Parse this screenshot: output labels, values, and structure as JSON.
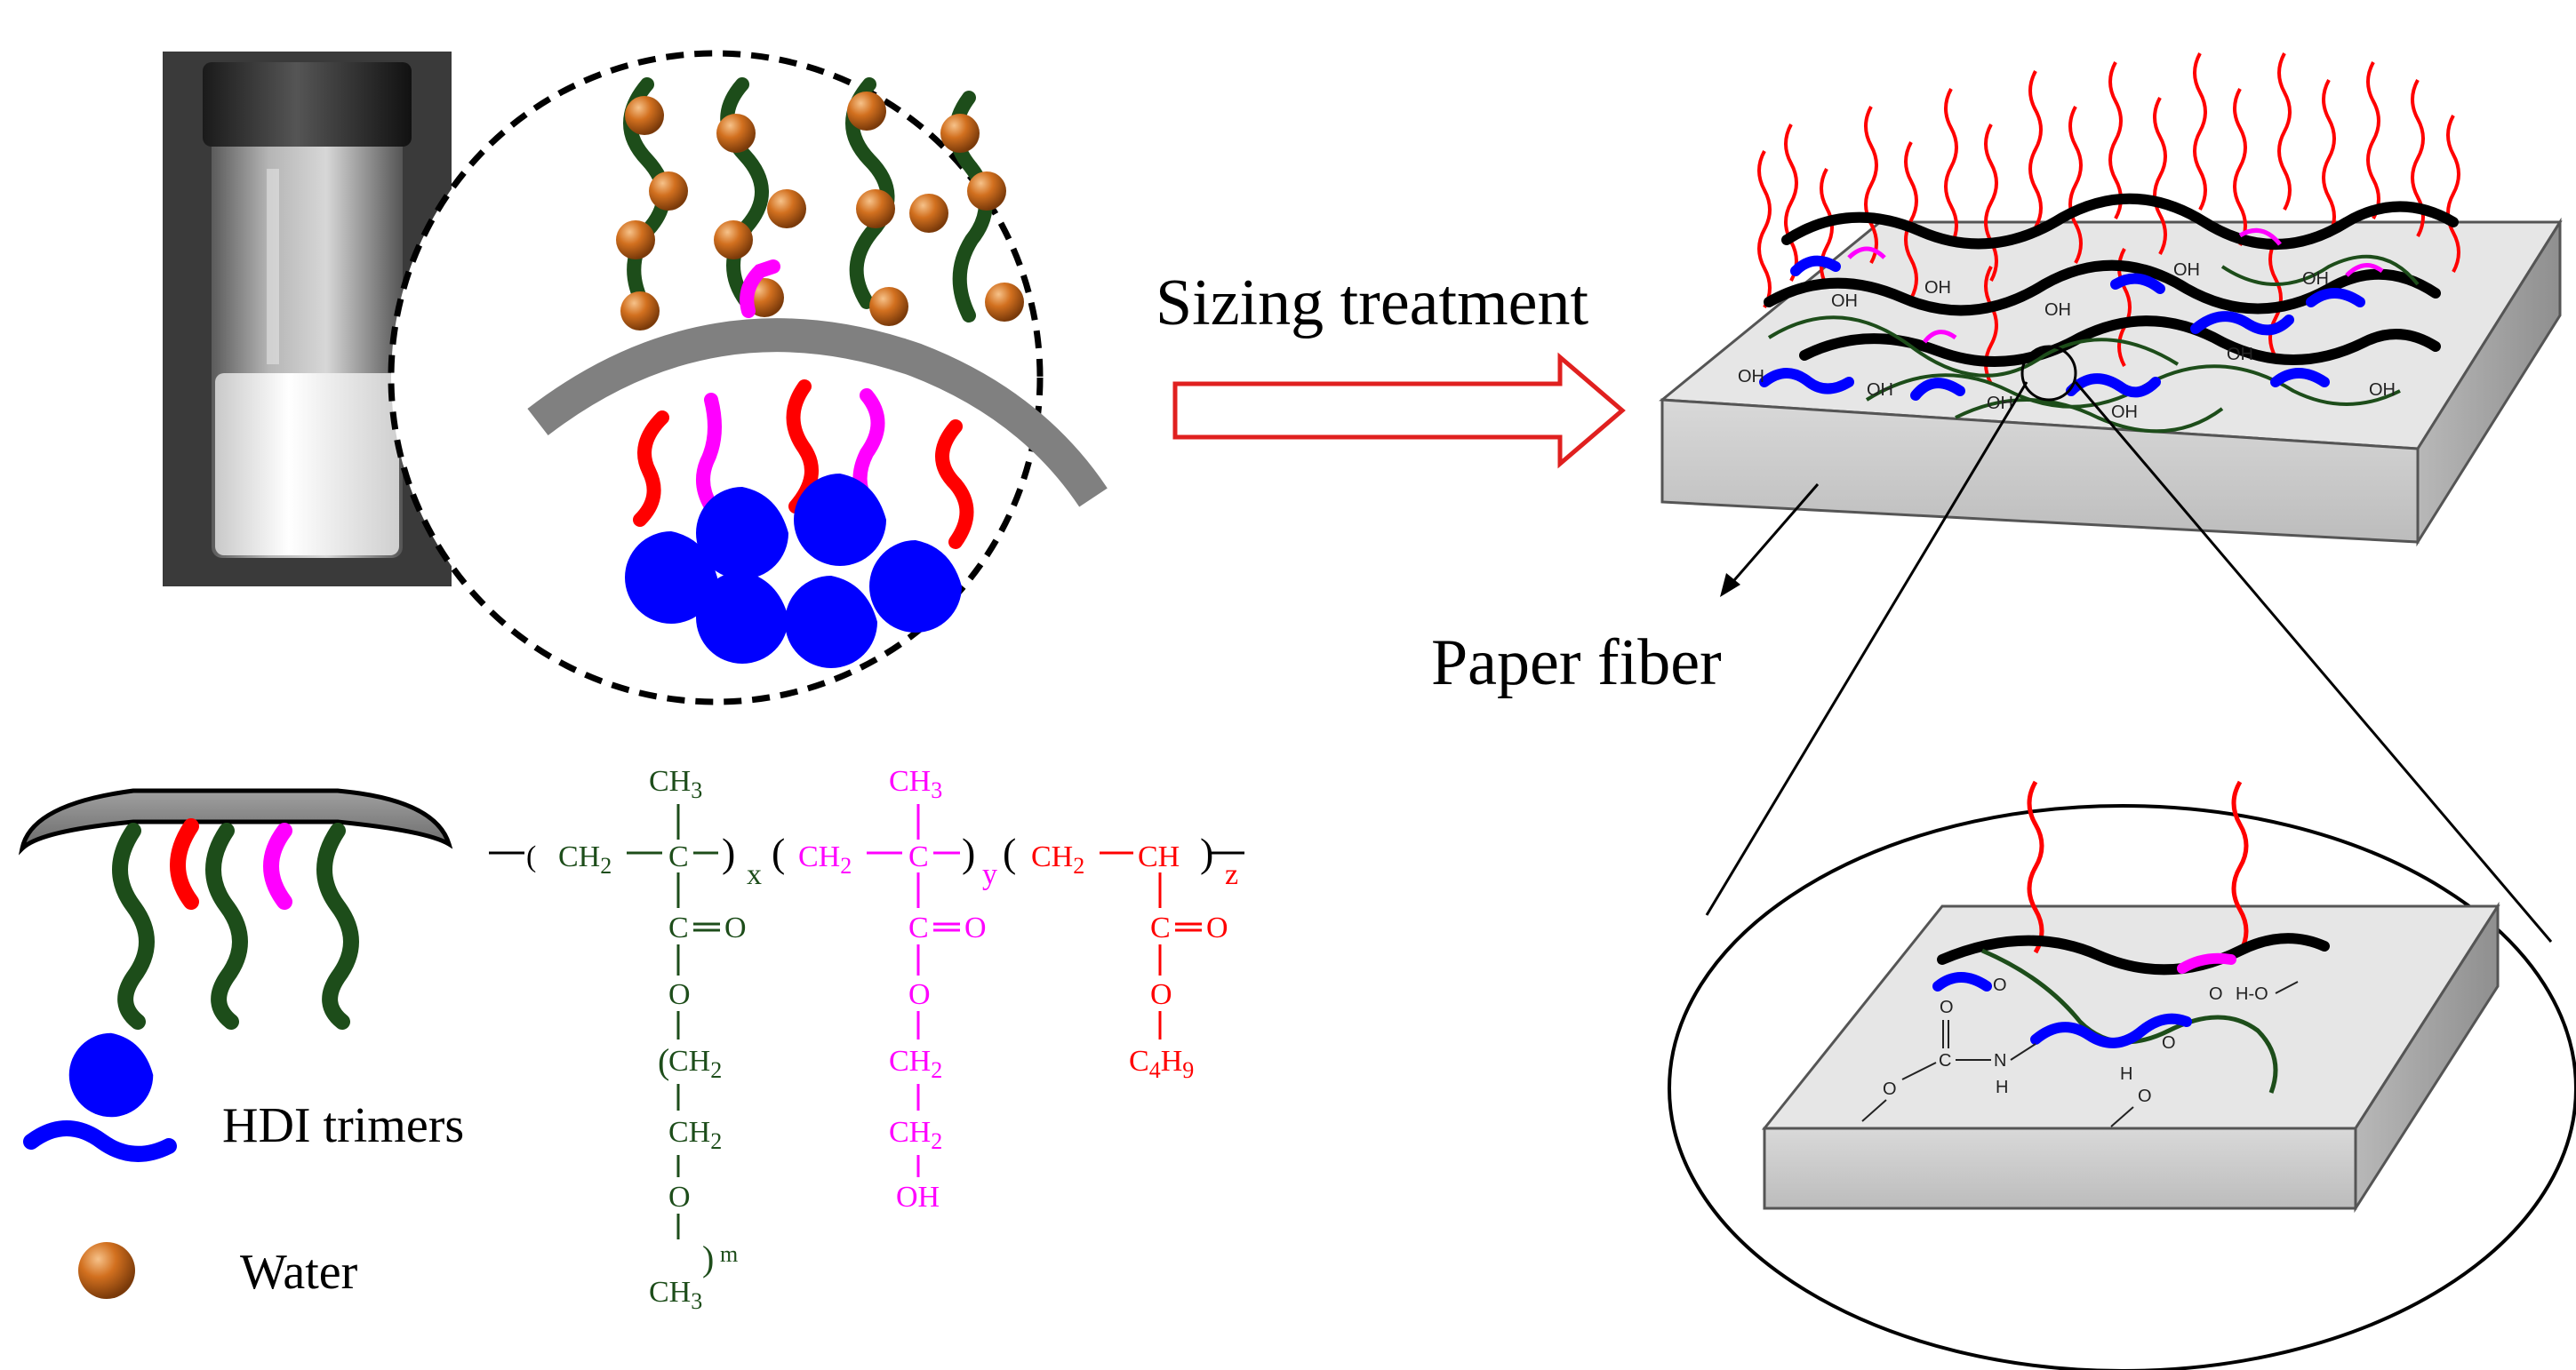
{
  "colors": {
    "peg_chain": "#1d4d1a",
    "hydroxyl_chain": "#ff00ff",
    "butyl_chain": "#ff0000",
    "hdi": "#0000ff",
    "water": "#c0621a",
    "shell": "#808080",
    "arrow": "#e0201f",
    "surface": "#e6e6e6"
  },
  "labels": {
    "sizing_treatment": "Sizing treatment",
    "paper_fiber": "Paper fiber"
  },
  "legend": {
    "hdi_trimers": "HDI trimers",
    "water": "Water"
  },
  "formula": {
    "ch3": "CH",
    "sub3": "3",
    "ch2": "CH",
    "sub2": "2",
    "c": "C",
    "ch": "CH",
    "o": "O",
    "oh": "OH",
    "c4": "C",
    "sub4": "4",
    "h9": "H",
    "sub9": "9",
    "x": "x",
    "y": "y",
    "z": "z",
    "m": "m"
  },
  "molecular": {
    "oh": "OH",
    "c": "C",
    "n": "N",
    "h": "H",
    "o": "O",
    "h_o": "H-O"
  }
}
